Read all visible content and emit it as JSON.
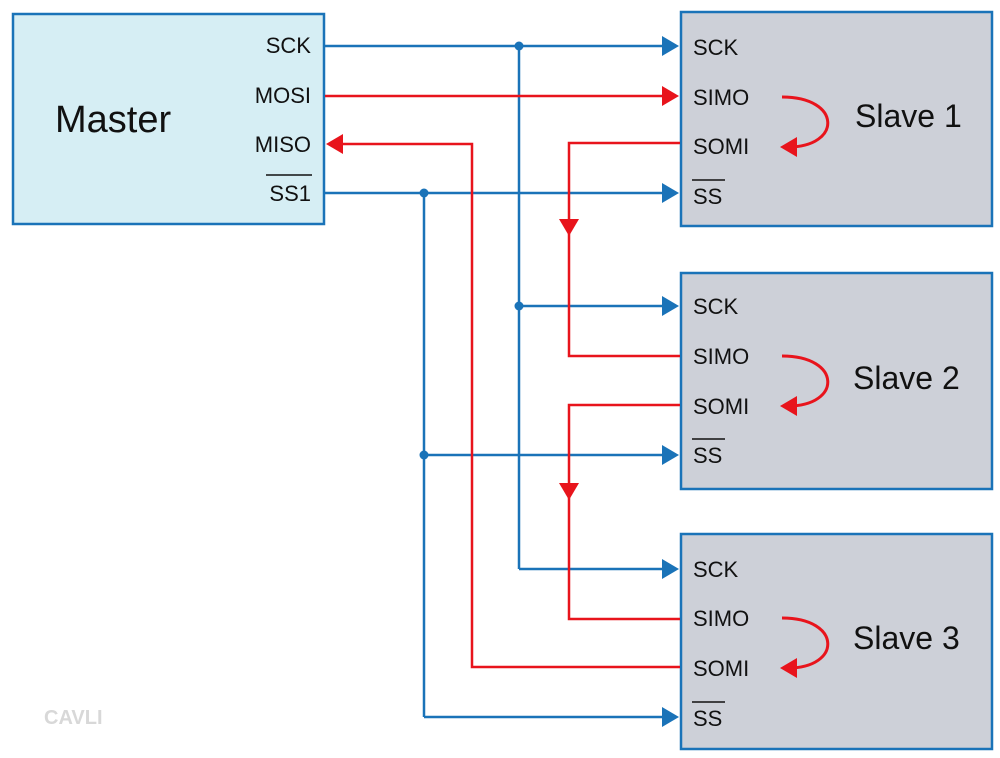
{
  "master": {
    "title": "Master",
    "pins": {
      "sck": "SCK",
      "mosi": "MOSI",
      "miso": "MISO",
      "ss": "SS1"
    }
  },
  "slaves": [
    {
      "title": "Slave 1",
      "pins": {
        "sck": "SCK",
        "simo": "SIMO",
        "somi": "SOMI",
        "ss": "SS"
      }
    },
    {
      "title": "Slave 2",
      "pins": {
        "sck": "SCK",
        "simo": "SIMO",
        "somi": "SOMI",
        "ss": "SS"
      }
    },
    {
      "title": "Slave 3",
      "pins": {
        "sck": "SCK",
        "simo": "SIMO",
        "somi": "SOMI",
        "ss": "SS"
      }
    }
  ],
  "watermark": "CAVLI",
  "colors": {
    "master_fill": "#d6eef4",
    "slave_fill": "#cdd0d8",
    "box_border": "#1a73b8",
    "clock_select_line": "#1a73b8",
    "data_line": "#e8141c"
  }
}
